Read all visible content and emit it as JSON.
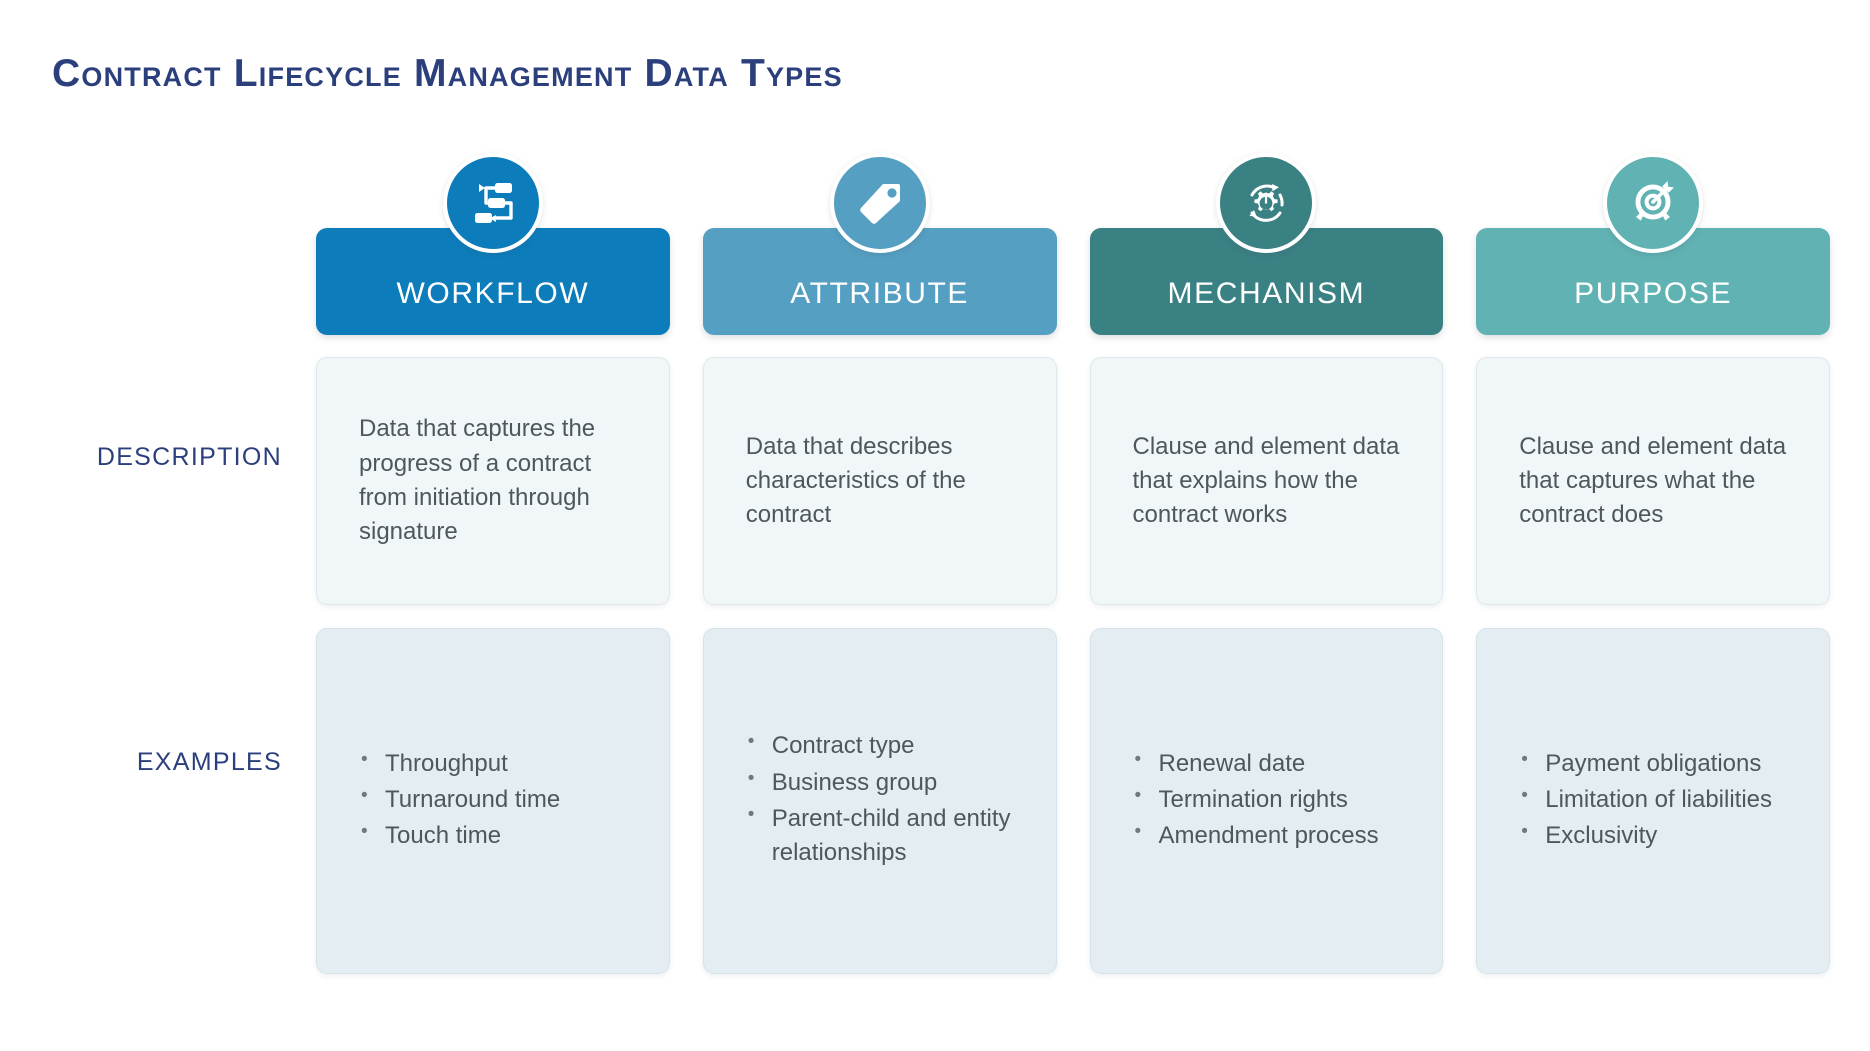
{
  "page": {
    "title": "Contract Lifecycle Management Data Types"
  },
  "row_labels": {
    "description": "DESCRIPTION",
    "examples": "EXAMPLES"
  },
  "columns": [
    {
      "key": "workflow",
      "header": "WORKFLOW",
      "color": "#0d7cba",
      "icon": "workflow-flowchart-icon",
      "description": "Data that captures the progress of a contract from initiation through signature",
      "examples": [
        "Throughput",
        "Turnaround time",
        "Touch time"
      ]
    },
    {
      "key": "attribute",
      "header": "ATTRIBUTE",
      "color": "#559fc2",
      "icon": "tag-icon",
      "description": "Data that describes characteristics of the contract",
      "examples": [
        "Contract type",
        "Business group",
        "Parent-child and entity relationships"
      ]
    },
    {
      "key": "mechanism",
      "header": "MECHANISM",
      "color": "#3a8184",
      "icon": "gear-refresh-icon",
      "description": "Clause and element data that explains how the contract works",
      "examples": [
        "Renewal date",
        "Termination rights",
        "Amendment process"
      ]
    },
    {
      "key": "purpose",
      "header": "PURPOSE",
      "color": "#61b2b3",
      "icon": "target-arrow-icon",
      "description": "Clause and element data that captures what the contract does",
      "examples": [
        "Payment obligations",
        "Limitation of liabilities",
        "Exclusivity"
      ]
    }
  ],
  "theme": {
    "title_color": "#2b3f7c",
    "label_color": "#2b3f7c",
    "body_text_color": "#4d585e",
    "description_card_bg": "#f1f6f8",
    "examples_card_bg": "#e3edf2",
    "page_bg": "#ffffff"
  }
}
